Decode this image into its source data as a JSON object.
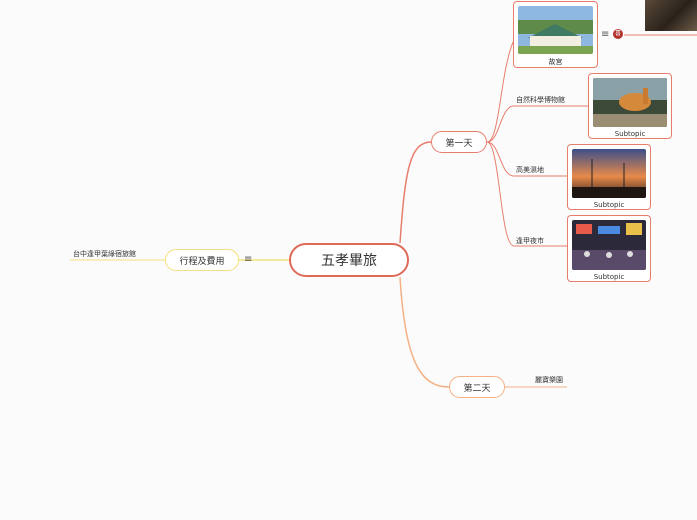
{
  "colors": {
    "day1": "#e77e6c",
    "day2": "#f4b183",
    "cost": "#f2e17a",
    "central": "#e06a5a"
  },
  "central": {
    "label": "五孝畢旅"
  },
  "left_branch": {
    "label": "行程及費用",
    "note_icon": "≡",
    "child": "台中逢甲葉綠宿旅館"
  },
  "day1": {
    "label": "第一天",
    "items": [
      {
        "caption": "故宮",
        "note_icon": "≡",
        "badge": "喜"
      },
      {
        "label": "自然科學博物館",
        "caption": "Subtopic"
      },
      {
        "label": "高美濕地",
        "caption": "Subtopic"
      },
      {
        "label": "逢甲夜市",
        "caption": "Subtopic"
      }
    ]
  },
  "day2": {
    "label": "第二天",
    "child": "麗寶樂園"
  }
}
